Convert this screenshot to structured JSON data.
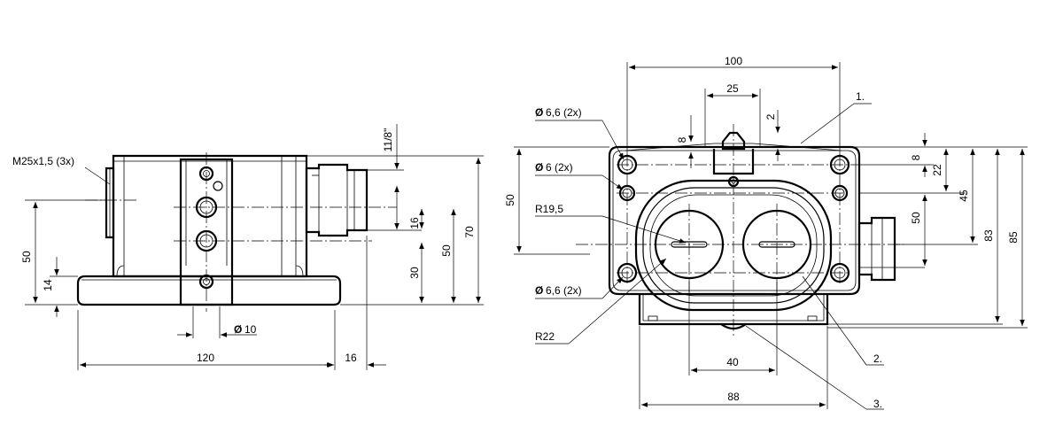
{
  "side_view": {
    "thread_label": "M25x1,5 (3x)",
    "dims": {
      "h50": "50",
      "h14": "14",
      "h16": "16",
      "h30": "30",
      "h50b": "50",
      "h70": "70",
      "thread_in": "11/8\"",
      "dia10_symbol": "Ø",
      "dia10": "10",
      "w120": "120",
      "w16": "16"
    }
  },
  "top_view": {
    "dims": {
      "w100": "100",
      "w25": "25",
      "v2": "2",
      "v8_top": "8",
      "hole1_symbol": "Ø",
      "hole1": "6,6 (2x)",
      "hole2_symbol": "Ø",
      "hole2": "6 (2x)",
      "hole3_symbol": "Ø",
      "hole3": "6,6 (2x)",
      "v50_left": "50",
      "r19": "R19,5",
      "r22": "R22",
      "v8": "8",
      "v22": "22",
      "v45": "45",
      "v50": "50",
      "v83": "83",
      "v85": "85",
      "w40": "40",
      "w88": "88"
    },
    "callouts": [
      "1.",
      "2.",
      "3."
    ]
  }
}
